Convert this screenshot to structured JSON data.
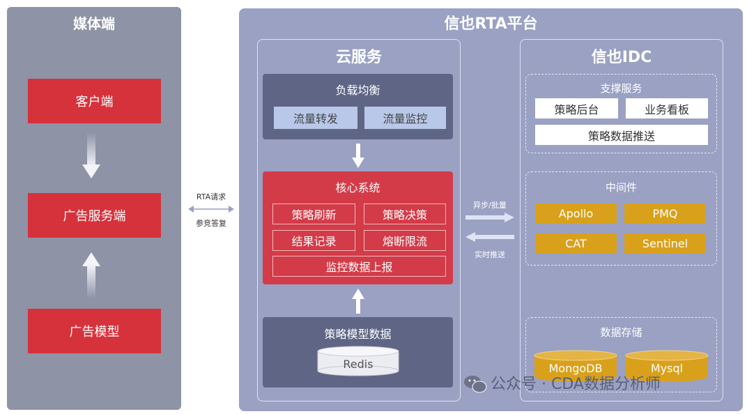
{
  "media": {
    "title": "媒体端",
    "client": "客户端",
    "ad_server": "广告服务端",
    "ad_model": "广告模型"
  },
  "connection": {
    "rta_request": "RTA请求",
    "bid_response": "参竞答复"
  },
  "platform": {
    "title": "信也RTA平台",
    "cloud": {
      "title": "云服务",
      "load_balance": {
        "title": "负载均衡",
        "items": [
          "流量转发",
          "流量监控"
        ]
      },
      "core": {
        "title": "核心系统",
        "items": [
          "策略刷新",
          "策略决策",
          "结果记录",
          "熔断限流"
        ],
        "report": "监控数据上报"
      },
      "strategy_data": {
        "title": "策略模型数据",
        "store": "Redis"
      }
    },
    "sync": {
      "async": "异步/批量",
      "realtime": "实时推送"
    },
    "idc": {
      "title": "信也IDC",
      "support": {
        "title": "支撑服务",
        "items": [
          "策略后台",
          "业务看板"
        ],
        "push": "策略数据推送"
      },
      "middleware": {
        "title": "中间件",
        "items": [
          "Apollo",
          "PMQ",
          "CAT",
          "Sentinel"
        ]
      },
      "storage": {
        "title": "数据存储",
        "items": [
          "MongoDB",
          "Mysql"
        ]
      }
    }
  },
  "watermark": "公众号 · CDA数据分析师",
  "colors": {
    "media_panel": "#8e93a6",
    "platform": "#9aa1c3",
    "red": "#d6323c",
    "dark_block": "#5f6685",
    "light_blue": "#b9c8e9",
    "gold": "#d9a11b"
  }
}
